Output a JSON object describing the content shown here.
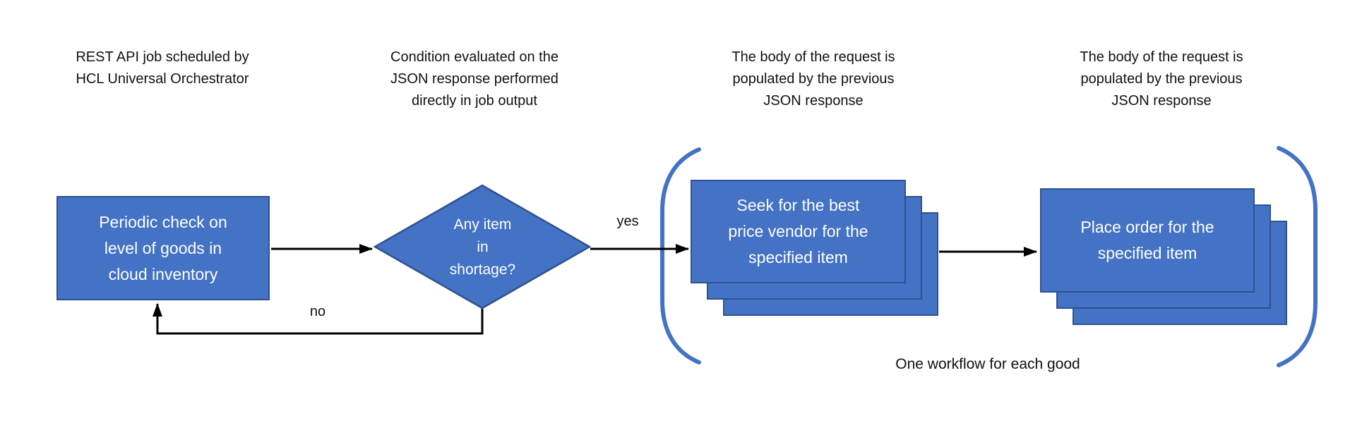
{
  "colors": {
    "shape_fill": "#4472C4",
    "shape_border": "#2F528F",
    "bracket": "#4472C4",
    "connector": "#000000",
    "annotation_text": "#111111",
    "shape_text": "#ffffff"
  },
  "annotations": [
    {
      "id": "rest-api",
      "text": "REST API job scheduled by\nHCL Universal Orchestrator"
    },
    {
      "id": "condition",
      "text": "Condition evaluated on the\nJSON response performed\ndirectly in job output"
    },
    {
      "id": "body-request-1",
      "text": "The body of the request is\npopulated by the previous\nJSON response"
    },
    {
      "id": "body-request-2",
      "text": "The body of the request is\npopulated by the previous\nJSON response"
    }
  ],
  "nodes": {
    "periodic_check": {
      "type": "process",
      "label": "Periodic check on\nlevel of goods in\ncloud inventory"
    },
    "decision": {
      "type": "decision",
      "label": "Any item\nin\nshortage?"
    },
    "seek_vendor": {
      "type": "stacked-process",
      "label": "Seek for the best\nprice vendor for the\nspecified item"
    },
    "place_order": {
      "type": "stacked-process",
      "label": "Place order for the\nspecified item"
    }
  },
  "edge_labels": {
    "yes": "yes",
    "no": "no"
  },
  "caption": "One workflow for each good"
}
